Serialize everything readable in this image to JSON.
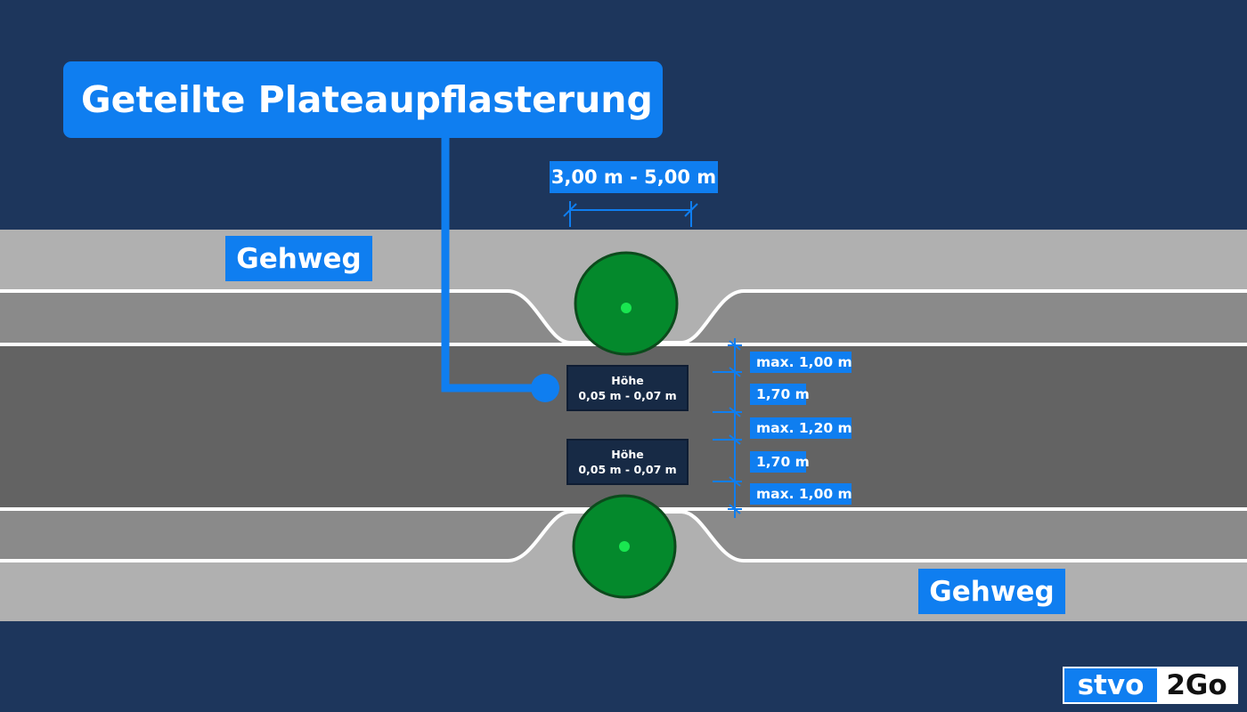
{
  "title": "Geteilte Plateaupflasterung",
  "sidewalk_top_label": "Gehweg",
  "sidewalk_bottom_label": "Gehweg",
  "width_dimension": "3,00 m - 5,00 m",
  "side_dimensions": [
    "max. 1,00 m",
    "1,70 m",
    "max. 1,20 m",
    "1,70 m",
    "max. 1,00 m"
  ],
  "plateau_upper": {
    "label": "Höhe",
    "value": "0,05 m - 0,07 m"
  },
  "plateau_lower": {
    "label": "Höhe",
    "value": "0,05 m - 0,07 m"
  },
  "logo": {
    "part1": "stvo",
    "part2": "2Go"
  },
  "colors": {
    "background": "#1d365c",
    "accent": "#0f7ef0",
    "sidewalk": "#b0b0b0",
    "parking_lane": "#8a8a8a",
    "road": "#636363",
    "tree": "#04892c"
  }
}
